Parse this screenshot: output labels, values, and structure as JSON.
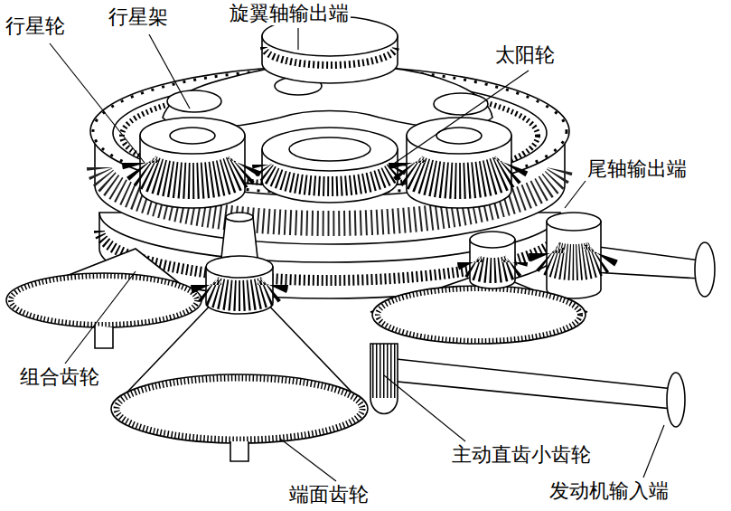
{
  "diagram": {
    "labels": [
      "行星轮",
      "行星架",
      "旋翼轴输出端",
      "太阳轮",
      "尾轴输出端",
      "组合齿轮",
      "主动直齿小齿轮",
      "发动机输入端",
      "端面齿轮"
    ]
  }
}
